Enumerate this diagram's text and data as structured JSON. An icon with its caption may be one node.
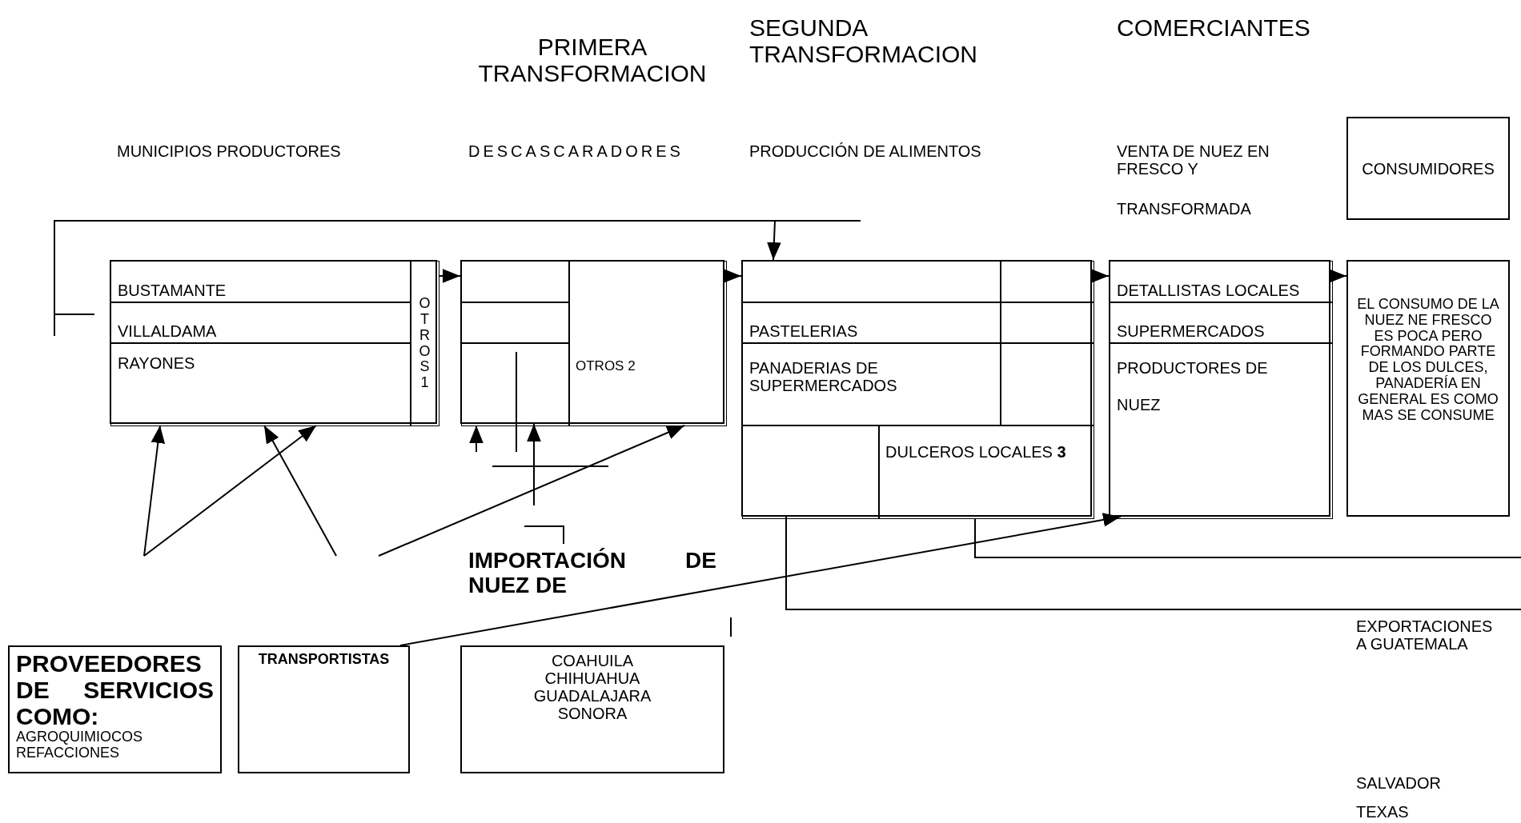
{
  "diagram": {
    "nodes": [
      {
        "text": [
          "CONSUMIDORES"
        ]
      },
      {
        "text": [],
        "shape": "box"
      },
      {
        "text": [
          "BUSTAMANTE"
        ],
        "in": 1
      },
      {
        "text": [
          "VILLALDAMA"
        ],
        "in": 1
      },
      {
        "text": [
          "RAYONES"
        ],
        "in": 1
      },
      {
        "text": [
          "OTROS 1"
        ],
        "in": 1
      },
      {
        "text": [],
        "shape": "box"
      },
      {
        "text": [],
        "shape": "box",
        "in": 6
      },
      {
        "text": [],
        "shape": "box",
        "in": 6
      },
      {
        "text": [],
        "shape": "box",
        "in": 6
      },
      {
        "text": [
          "OTROS 2"
        ],
        "in": 6
      },
      {
        "text": [],
        "shape": "box"
      },
      {
        "text": [],
        "shape": "box",
        "in": 11
      },
      {
        "text": [
          "PASTELERIAS"
        ],
        "in": 11
      },
      {
        "text": [
          "PANADERIAS DE SUPERMERCADOS"
        ],
        "in": 11
      },
      {
        "text": [],
        "shape": "box",
        "in": 11
      },
      {
        "text": [],
        "shape": "box",
        "in": 11
      },
      {
        "text": [],
        "shape": "box",
        "in": 11
      },
      {
        "text": [],
        "shape": "box",
        "in": 11
      },
      {
        "text": [
          "DULCEROS LOCALES **3**"
        ],
        "in": 11
      },
      {
        "text": [],
        "shape": "box"
      },
      {
        "text": [
          "DETALLISTAS LOCALES"
        ],
        "in": 20
      },
      {
        "text": [
          "SUPERMERCADOS"
        ],
        "in": 20
      },
      {
        "text": [
          "PRODUCTORES DE",
          "NUEZ"
        ],
        "in": 20
      },
      {
        "text": [
          "EL CONSUMO DE LA NUEZ NE FRESCO ES POCA PERO FORMANDO PARTE DE LOS DULCES, PANADERÍA EN GENERAL ES COMO MAS SE CONSUME"
        ]
      },
      {
        "text": [
          "PROVEEDORES DE SERVICIOS COMO:",
          "AGROQUIMIOCOS REFACCIONES"
        ]
      },
      {
        "text": [
          "TRANSPORTISTAS"
        ]
      },
      {
        "text": [
          "COAHUILA CHIHUAHUA GUADALAJARA SONORA"
        ]
      }
    ],
    "edges": [
      {
        "from": null,
        "to": 11,
        "arrow": "to"
      },
      {
        "from": 5,
        "to": 7,
        "arrow": "to"
      },
      {
        "from": 10,
        "to": 12,
        "arrow": "to"
      },
      {
        "from": 15,
        "to": 21,
        "arrow": "to"
      },
      {
        "from": 21,
        "to": 24,
        "arrow": "to"
      },
      {
        "from": null,
        "to": 4,
        "arrow": "to"
      },
      {
        "from": null,
        "to": 4,
        "arrow": "to"
      },
      {
        "from": null,
        "to": 4,
        "arrow": "to"
      },
      {
        "from": null,
        "to": 10,
        "arrow": "to"
      },
      {
        "from": null,
        "to": 6,
        "arrow": "to"
      },
      {
        "from": null,
        "to": 9,
        "arrow": "to"
      },
      {
        "from": 26,
        "to": 20,
        "arrow": "to"
      },
      {
        "from": 19,
        "to": null,
        "arrow": "none"
      },
      {
        "from": 11,
        "to": null,
        "arrow": "none"
      }
    ],
    "labels": [
      "SEGUNDA TRANSFORMACION",
      "COMERCIANTES",
      "PRIMERA TRANSFORMACION",
      "MUNICIPIOS PRODUCTORES",
      "DESCASCARADORES",
      "PRODUCCIÓN DE ALIMENTOS",
      "VENTA DE NUEZ EN FRESCO Y",
      "TRANSFORMADA",
      "IMPORTACIÓN DE NUEZ DE",
      "EXPORTACIONES A GUATEMALA",
      "SALVADOR",
      "TEXAS"
    ]
  }
}
